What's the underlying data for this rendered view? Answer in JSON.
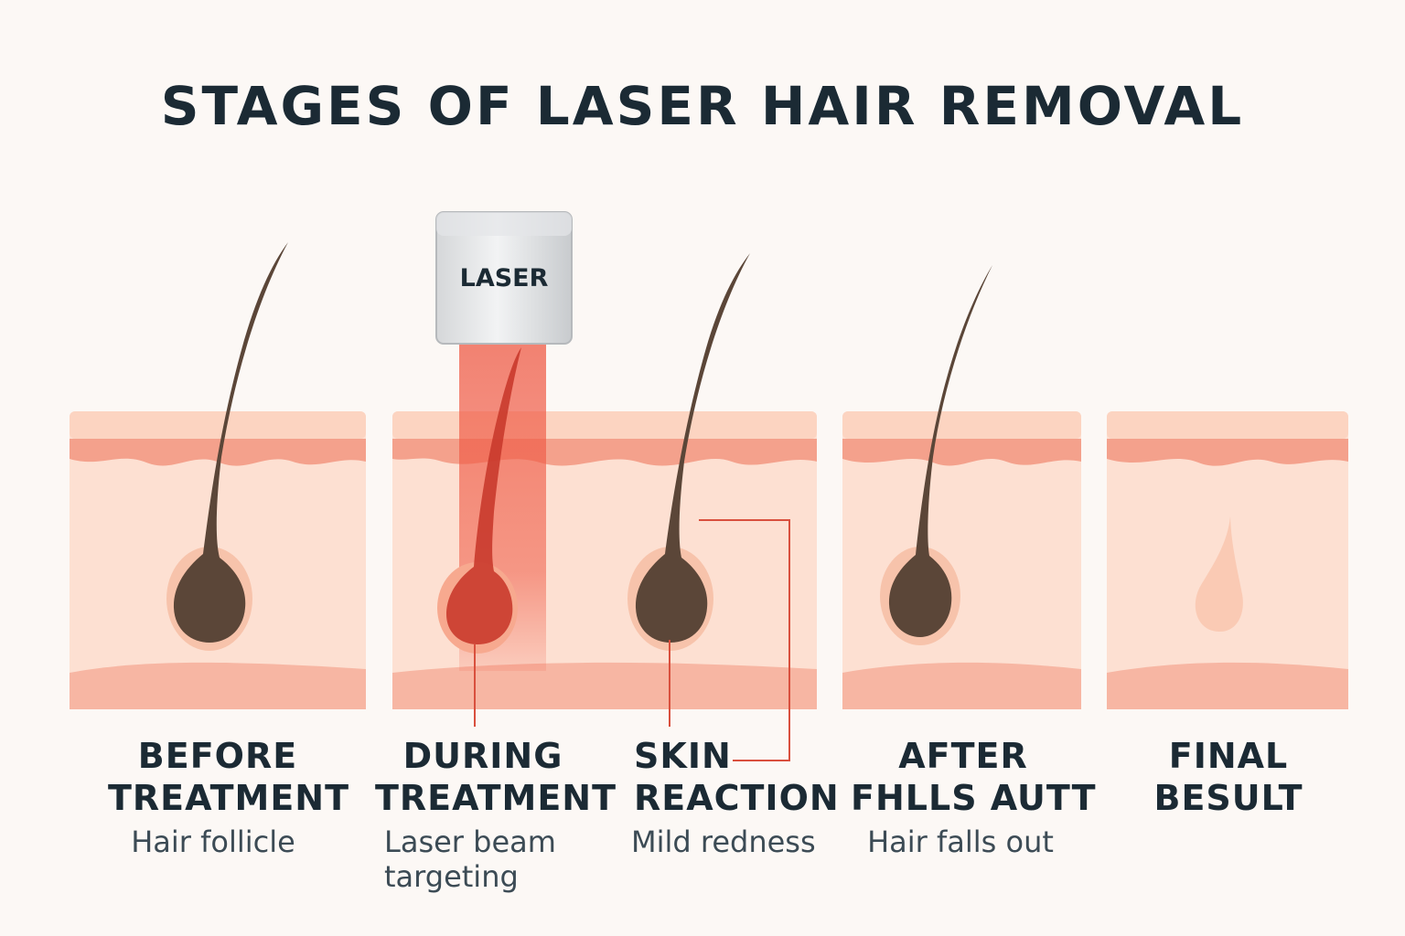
{
  "title": "STAGES OF LASER HAIR REMOVAL",
  "device_label": "LASER",
  "colors": {
    "background": "#fcf8f5",
    "skin": "#fde0d2",
    "skin_surface": "#f4a18c",
    "hair": "#5b4638",
    "laser_beam": "#ef5a45",
    "text": "#1b2a34"
  },
  "stages": [
    {
      "title_line1": "BEFORE",
      "title_line2": "TREATMENT",
      "caption_line1": "Hair follicle",
      "caption_line2": ""
    },
    {
      "title_line1": "DURING",
      "title_line2": "TREATMENT",
      "caption_line1": "Laser beam",
      "caption_line2": "targeting"
    },
    {
      "title_line1": "SKIN",
      "title_line2": "REACTION",
      "caption_line1": "Mild redness",
      "caption_line2": ""
    },
    {
      "title_line1": "AFTER",
      "title_line2": "FHLLS AUTT",
      "caption_line1": "Hair falls out",
      "caption_line2": ""
    },
    {
      "title_line1": "FINAL",
      "title_line2": "BESULT",
      "caption_line1": "",
      "caption_line2": ""
    }
  ]
}
